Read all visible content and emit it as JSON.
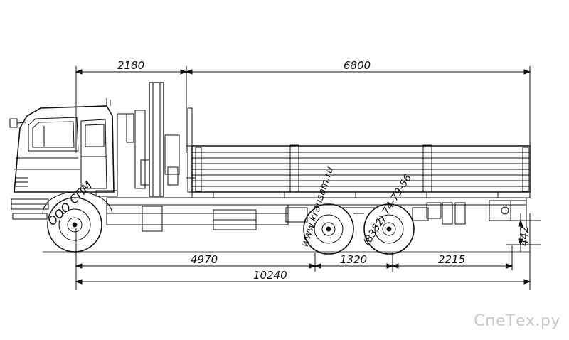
{
  "dimensions": {
    "cab_to_body": "2180",
    "body_length": "6800",
    "wheelbase": "4970",
    "tandem_spacing": "1320",
    "rear_overhang": "2215",
    "overall_length": "10240",
    "rear_height": "442"
  },
  "stamps": {
    "company": "ООО СПМ",
    "website": "www.kransam.ru",
    "phone": "(8352) 74-79-56"
  },
  "watermark": "СпеТех.ру"
}
